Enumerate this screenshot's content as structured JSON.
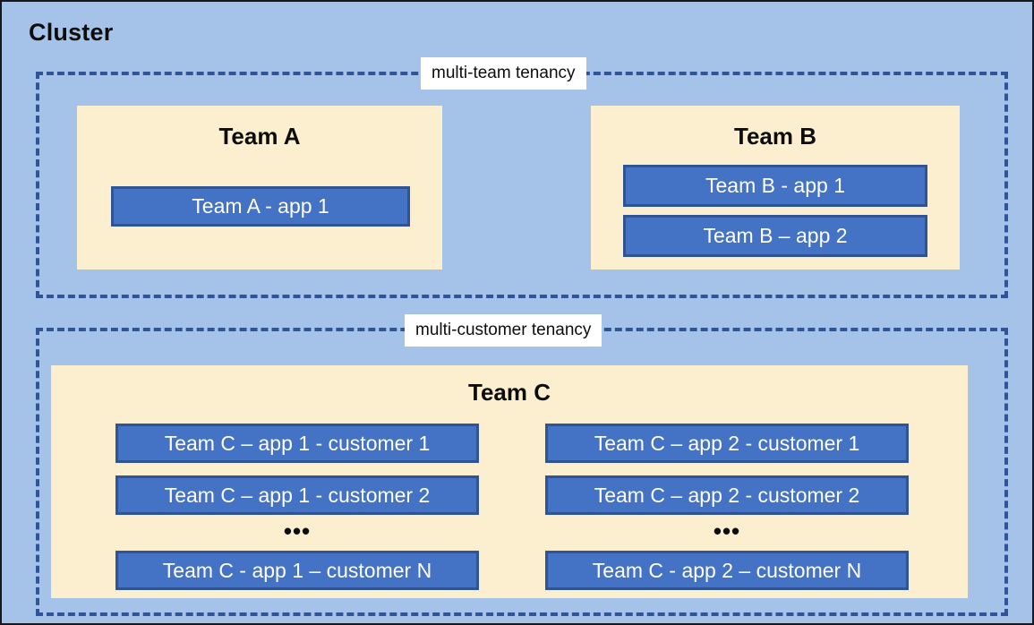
{
  "diagram": {
    "title": "Cluster",
    "background_color": "#A5C3E8",
    "panel_color": "#FCEFD0",
    "app_color": "#4472C4",
    "app_border_color": "#2E5496",
    "dashed_border_color": "#2F5597"
  },
  "groups": {
    "multi_team": {
      "label": "multi-team tenancy"
    },
    "multi_customer": {
      "label": "multi-customer tenancy"
    }
  },
  "teams": {
    "a": {
      "title": "Team A",
      "apps": [
        {
          "label": "Team A - app 1"
        }
      ]
    },
    "b": {
      "title": "Team B",
      "apps": [
        {
          "label": "Team B - app 1"
        },
        {
          "label": "Team B – app 2"
        }
      ]
    },
    "c": {
      "title": "Team C",
      "column1": {
        "apps": [
          {
            "label": "Team C – app 1 - customer 1"
          },
          {
            "label": "Team C – app 1 - customer 2"
          },
          {
            "label": "Team C - app 1 – customer N"
          }
        ],
        "ellipsis": "•••"
      },
      "column2": {
        "apps": [
          {
            "label": "Team C – app 2 - customer 1"
          },
          {
            "label": "Team C – app 2 - customer 2"
          },
          {
            "label": "Team C - app 2 – customer N"
          }
        ],
        "ellipsis": "•••"
      }
    }
  }
}
